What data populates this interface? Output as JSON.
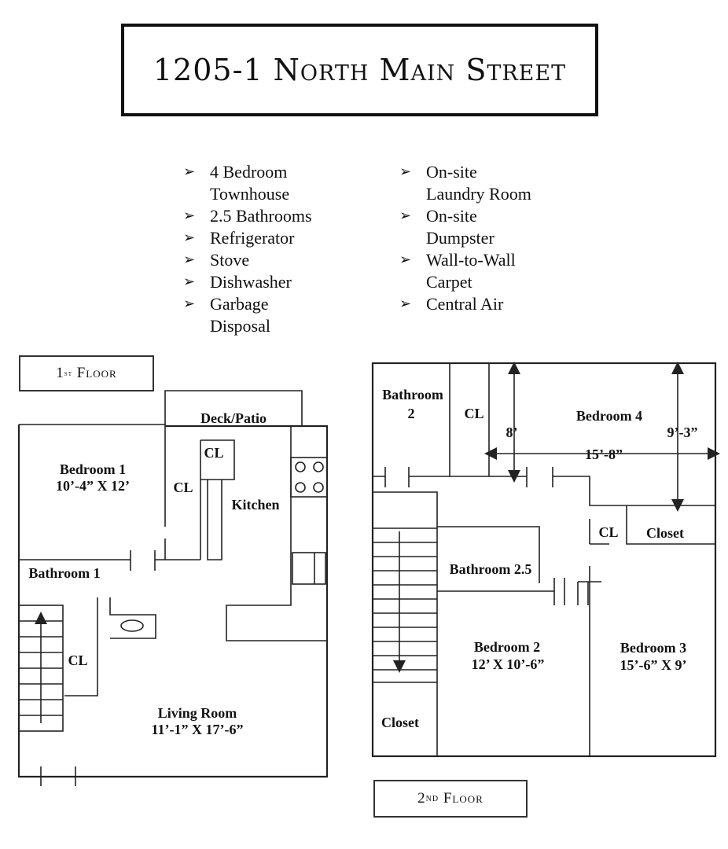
{
  "title": "1205-1 North Main Street",
  "features_left": [
    {
      "line1": "4 Bedroom",
      "line2": "Townhouse"
    },
    {
      "line1": "2.5 Bathrooms",
      "line2": ""
    },
    {
      "line1": "Refrigerator",
      "line2": ""
    },
    {
      "line1": "Stove",
      "line2": ""
    },
    {
      "line1": "Dishwasher",
      "line2": ""
    },
    {
      "line1": "Garbage",
      "line2": "Disposal"
    }
  ],
  "features_right": [
    {
      "line1": "On-site",
      "line2": "Laundry Room"
    },
    {
      "line1": "On-site",
      "line2": "Dumpster"
    },
    {
      "line1": "Wall-to-Wall",
      "line2": "Carpet"
    },
    {
      "line1": "Central Air",
      "line2": ""
    }
  ],
  "floor1": {
    "label_num": "1",
    "label_sup": "st",
    "label_word": "Floor",
    "deck": "Deck/Patio",
    "bedroom1": "Bedroom 1",
    "bedroom1_dims": "10’-4” X 12’",
    "closet_cl": "CL",
    "kitchen": "Kitchen",
    "bathroom1": "Bathroom 1",
    "living_room": "Living Room",
    "living_room_dims": "11’-1” X 17’-6”"
  },
  "floor2": {
    "label_num": "2",
    "label_sup": "ND",
    "label_word": "Floor",
    "bathroom2_a": "Bathroom",
    "bathroom2_b": "2",
    "closet_cl": "CL",
    "bedroom4": "Bedroom 4",
    "dim_8": "8’",
    "dim_9_3": "9’-3”",
    "dim_15_8": "15’-8”",
    "closet": "Closet",
    "bathroom2_5": "Bathroom 2.5",
    "bedroom2": "Bedroom 2",
    "bedroom2_dims": "12’ X 10’-6”",
    "bedroom3": "Bedroom 3",
    "bedroom3_dims": "15’-6” X 9’",
    "closet_bottom": "Closet"
  }
}
